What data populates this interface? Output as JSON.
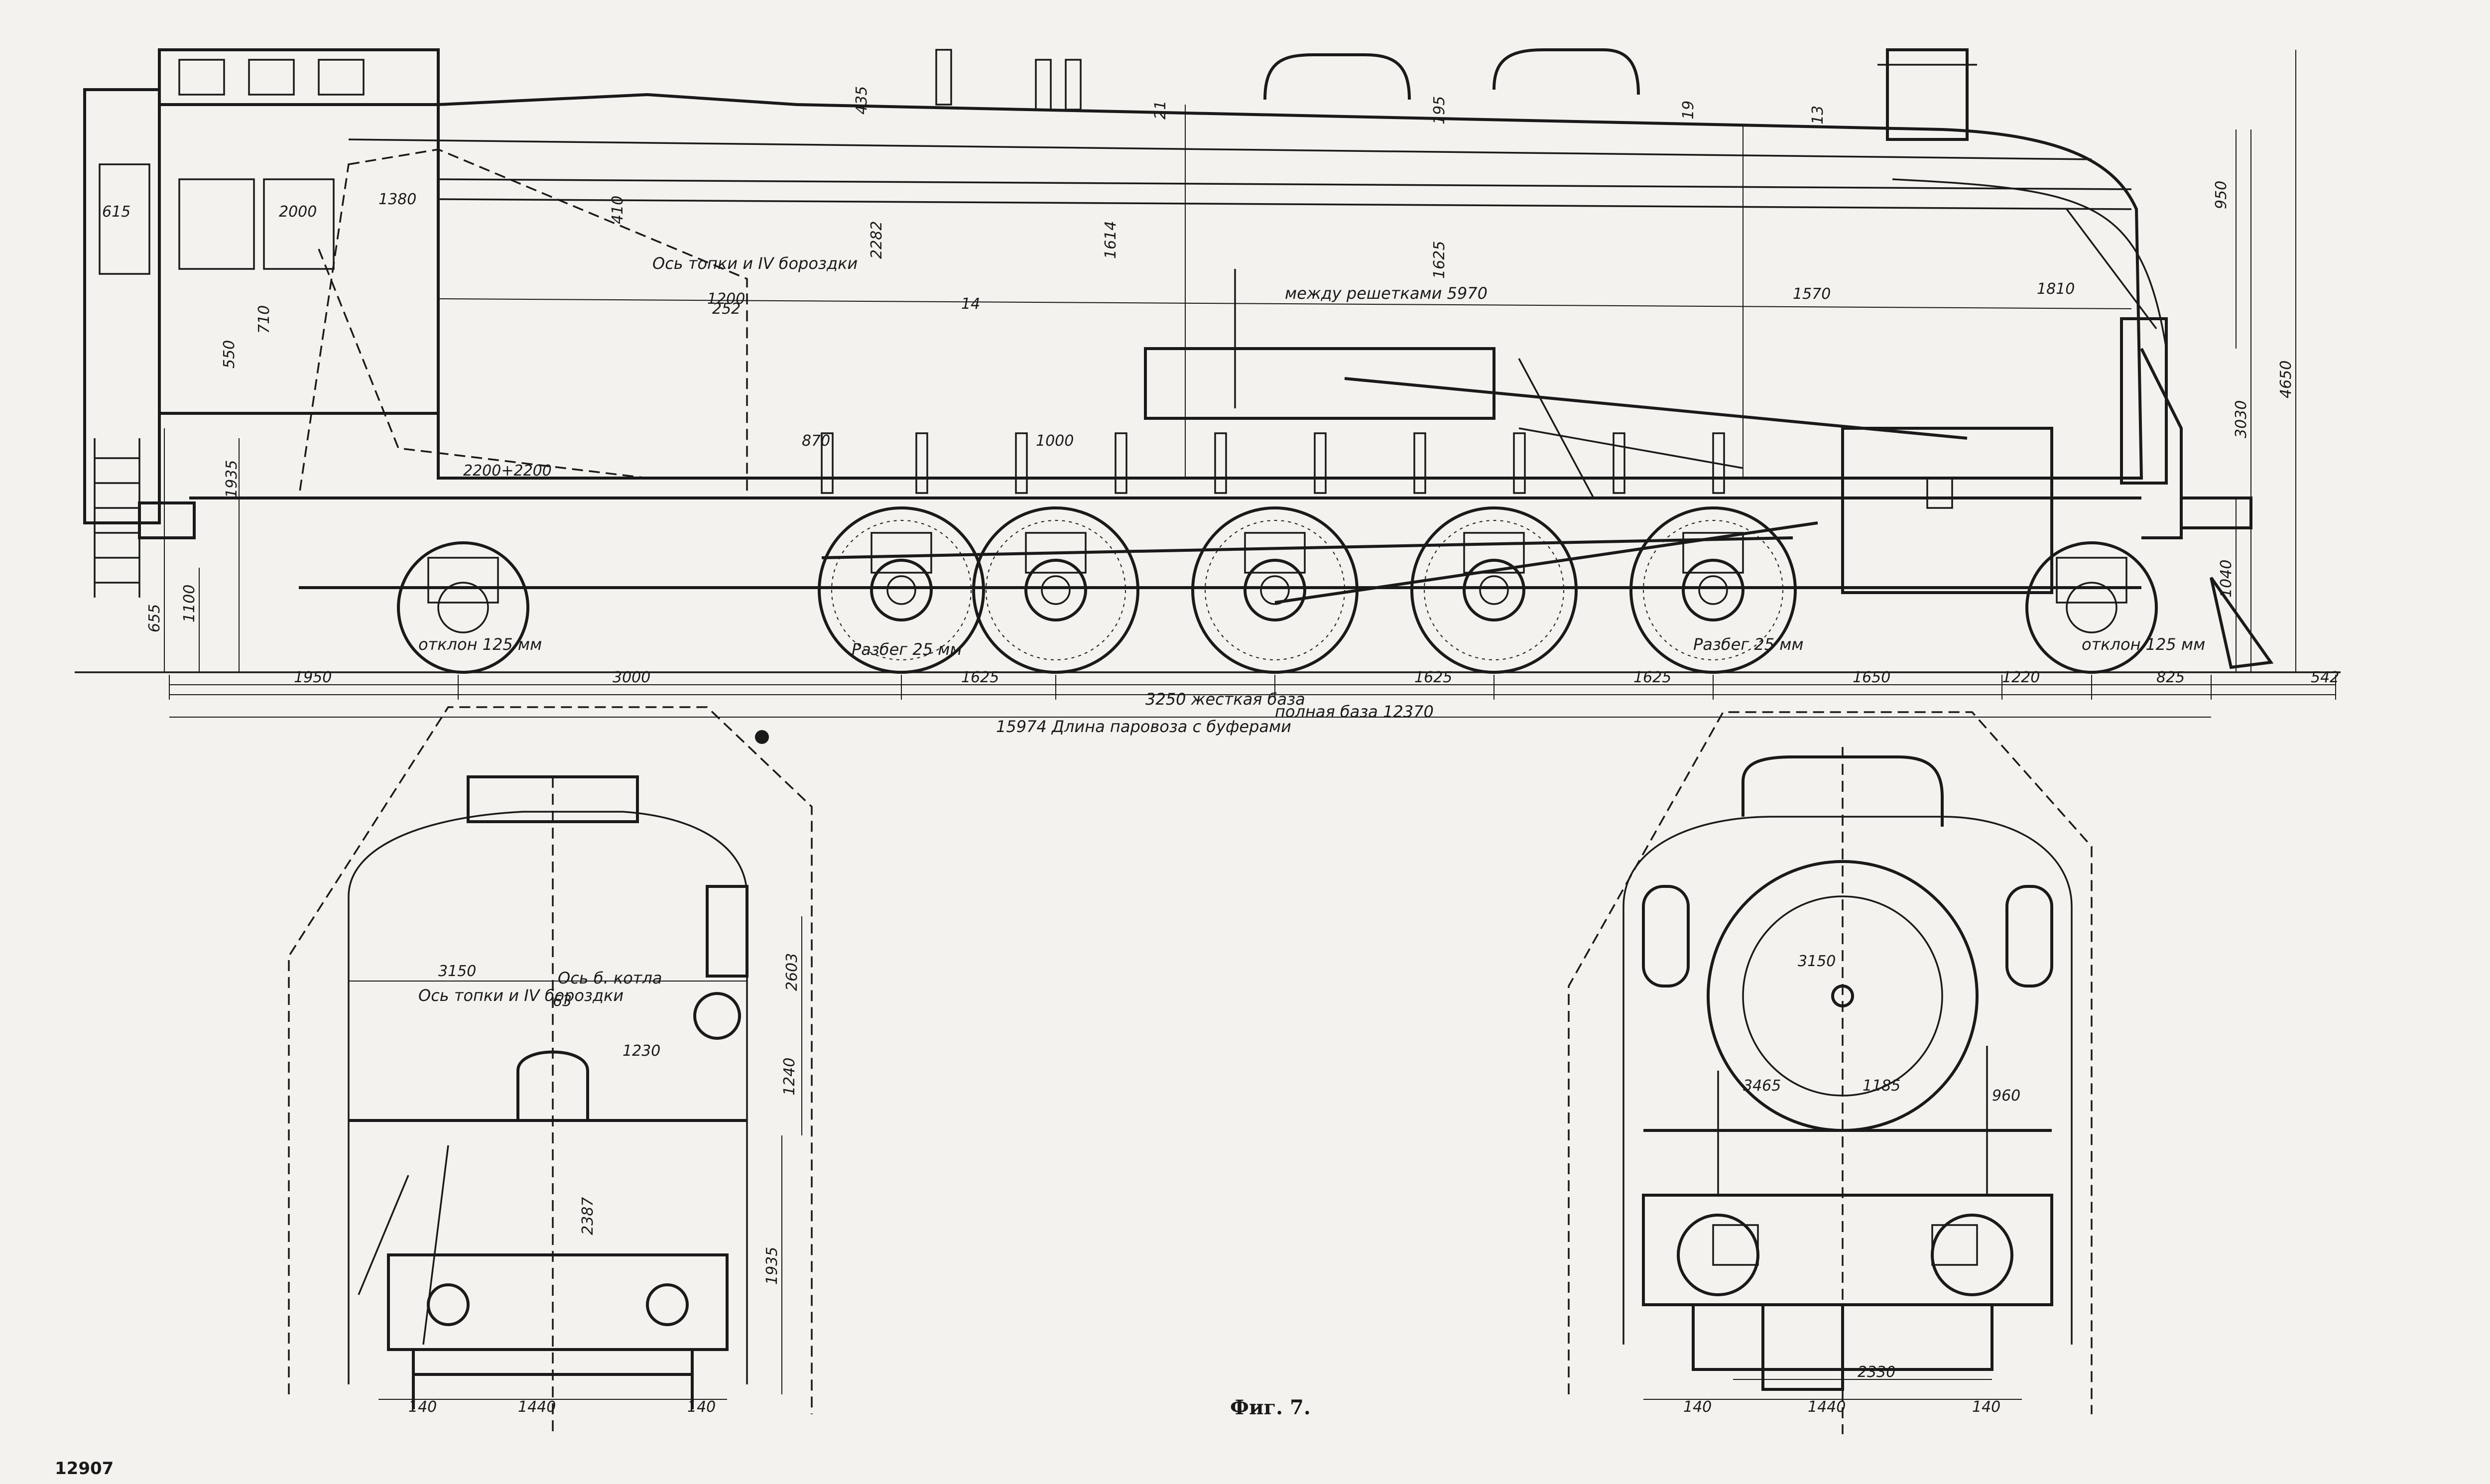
{
  "caption": "Фиг. 7.",
  "corner_number": "12907",
  "side_view": {
    "bottom_dims": [
      {
        "id": "d1950",
        "text": "1950"
      },
      {
        "id": "d3000",
        "text": "3000"
      },
      {
        "id": "d1625a",
        "text": "1625"
      },
      {
        "id": "d1625b",
        "text": "1625"
      },
      {
        "id": "d1625c",
        "text": "1625"
      },
      {
        "id": "d1650",
        "text": "1650"
      },
      {
        "id": "d1220",
        "text": "1220"
      },
      {
        "id": "d825",
        "text": "825"
      },
      {
        "id": "d542",
        "text": "542"
      }
    ],
    "rigid_base": "3250 жесткая база",
    "full_base": "полная база 12370",
    "total_length": "15974 Длина паровоза с буферами",
    "vertical_dims": {
      "d950": "950",
      "d3030": "3030",
      "d4650": "4650",
      "d1040": "1040",
      "d1935": "1935",
      "d1100": "1100",
      "d655": "655",
      "d550": "550",
      "d710": "710"
    },
    "labels": {
      "between_grates": "между решетками 5970",
      "tank_axis": "Ось топки и IV бороздки",
      "dim1000": "1000",
      "dim870": "870",
      "dim1200": "1200",
      "dim252": "252",
      "dim14": "14",
      "dim1570": "1570",
      "dim1810": "1810",
      "dim2200": "2200+2200",
      "dim2000": "2000",
      "dim615": "615",
      "dim1380": "1380",
      "dim1625v": "1625",
      "dim195": "195",
      "dim2282": "2282",
      "dim1614": "1614",
      "dim410": "410",
      "dim435": "435",
      "dim21": "21",
      "dim13": "13",
      "dim19": "19",
      "razb1": "Разбег 25 мм",
      "razb2": "Разбег 25 мм",
      "otkl1": "отклон 125 мм",
      "otkl2": "отклон 125 мм"
    }
  },
  "rear_view": {
    "d3150": "3150",
    "d1230": "1230",
    "d2387": "2387",
    "d2603": "2603",
    "d1240": "1240",
    "d1935": "1935",
    "d63": "63",
    "axis1": "Ось б. котла",
    "axis2": "Ось топки и IV бороздки",
    "bottom": [
      {
        "id": "r140a",
        "text": "140"
      },
      {
        "id": "r1440",
        "text": "1440"
      },
      {
        "id": "r140b",
        "text": "140"
      }
    ]
  },
  "front_view": {
    "d3150": "3150",
    "d3465": "3465",
    "d1185": "1185",
    "d960": "960",
    "d2330": "2330",
    "bottom": [
      {
        "id": "f140a",
        "text": "140"
      },
      {
        "id": "f1440",
        "text": "1440"
      },
      {
        "id": "f140b",
        "text": "140"
      }
    ]
  }
}
